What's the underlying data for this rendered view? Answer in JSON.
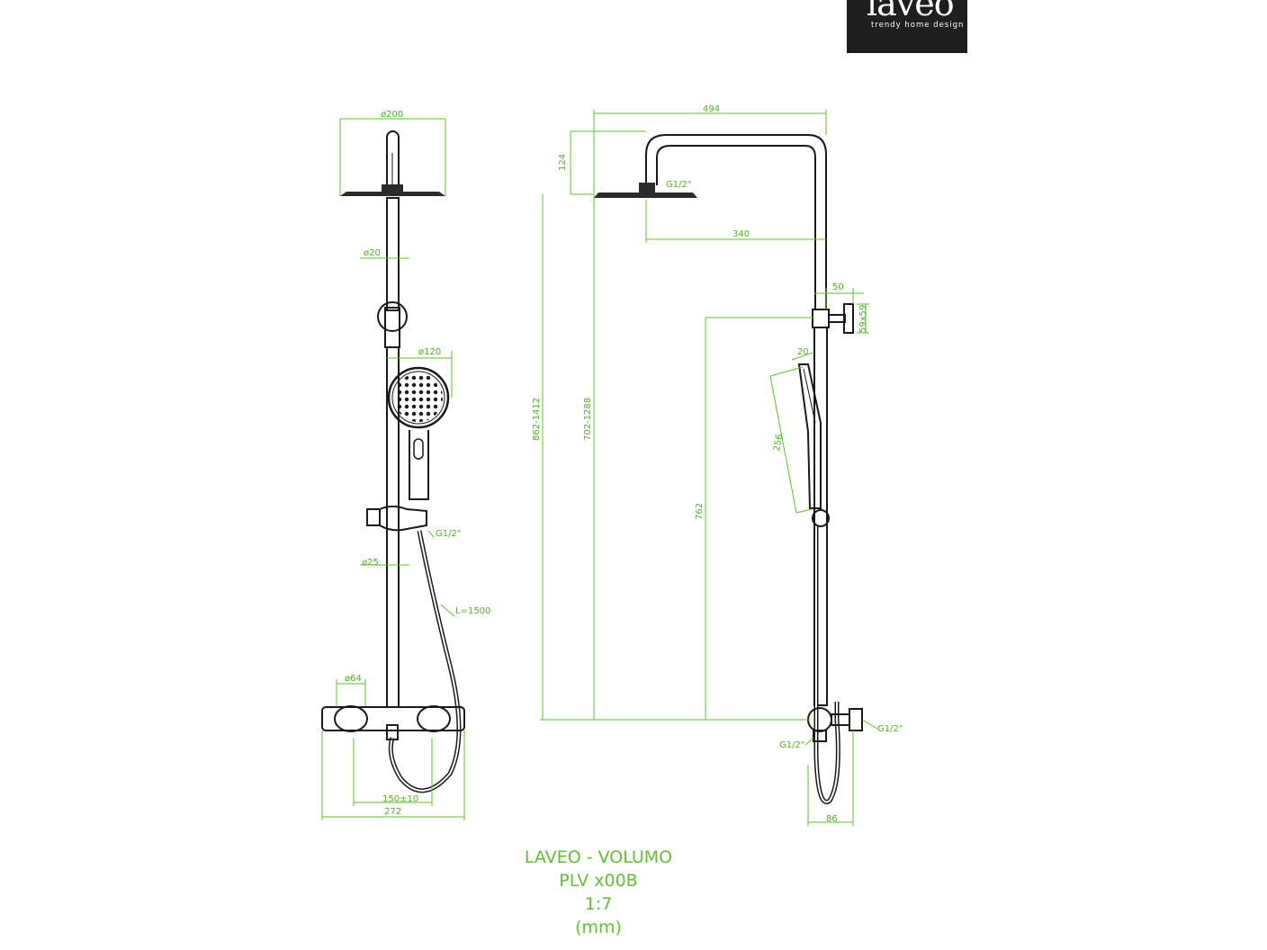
{
  "brand": {
    "name": "laveo",
    "tagline": "trendy home design"
  },
  "caption": {
    "line1": "LAVEO - VOLUMO",
    "line2": "PLV x00B",
    "scale": "1:7",
    "units": "(mm)"
  },
  "dimensions": {
    "head_diameter": "ø200",
    "pipe_diameter": "ø20",
    "hand_diameter": "ø120",
    "connector_left": "G1/2\"",
    "bar_diameter": "ø25",
    "hose_length": "L=1500",
    "knob_diameter": "ø64",
    "spacing": "150±10",
    "total_width": "272",
    "arm_width": "494",
    "head_drop": "124",
    "head_connector": "G1/2\"",
    "head_reach": "340",
    "bracket_offset": "50",
    "bracket_size": "59x59",
    "hand_depth": "20",
    "hand_length": "256",
    "bracket_height": "762",
    "total_height": "862-1412",
    "adjust_height": "702-1288",
    "wall_connector": "G1/2\"",
    "outlet_connector": "G1/2\"",
    "depth": "86"
  }
}
